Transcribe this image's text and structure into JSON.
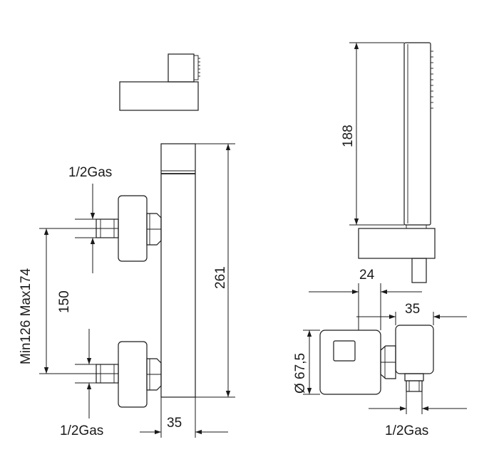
{
  "labels": {
    "gas_top": "1/2Gas",
    "gas_bottom": "1/2Gas",
    "gas_right": "1/2Gas",
    "range": "Min126  Max174",
    "spacing": "150",
    "height": "261",
    "width_bottom": "35",
    "shower_height": "188",
    "holder_width": "24",
    "holder_depth": "35",
    "diameter": "Ø 67,5"
  }
}
